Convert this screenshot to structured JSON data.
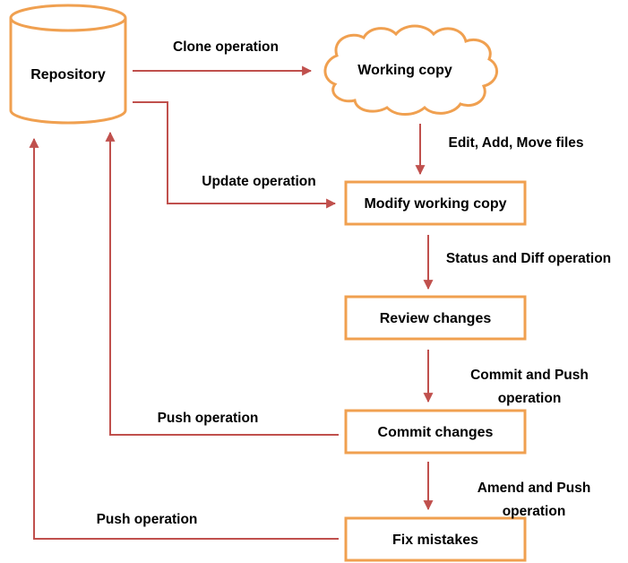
{
  "colors": {
    "node_border": "#F0A050",
    "arrow": "#C0504D",
    "text": "#000000"
  },
  "nodes": {
    "repository": "Repository",
    "working_copy": "Working copy",
    "modify": "Modify working copy",
    "review": "Review changes",
    "commit": "Commit changes",
    "fix": "Fix mistakes"
  },
  "edges": {
    "clone": "Clone operation",
    "edit": "Edit, Add, Move files",
    "update": "Update operation",
    "status": "Status and Diff operation",
    "commit_push_1": "Commit and Push",
    "commit_push_2": "operation",
    "push_1": "Push operation",
    "amend_push_1": "Amend and Push",
    "amend_push_2": "operation",
    "push_2": "Push operation"
  }
}
